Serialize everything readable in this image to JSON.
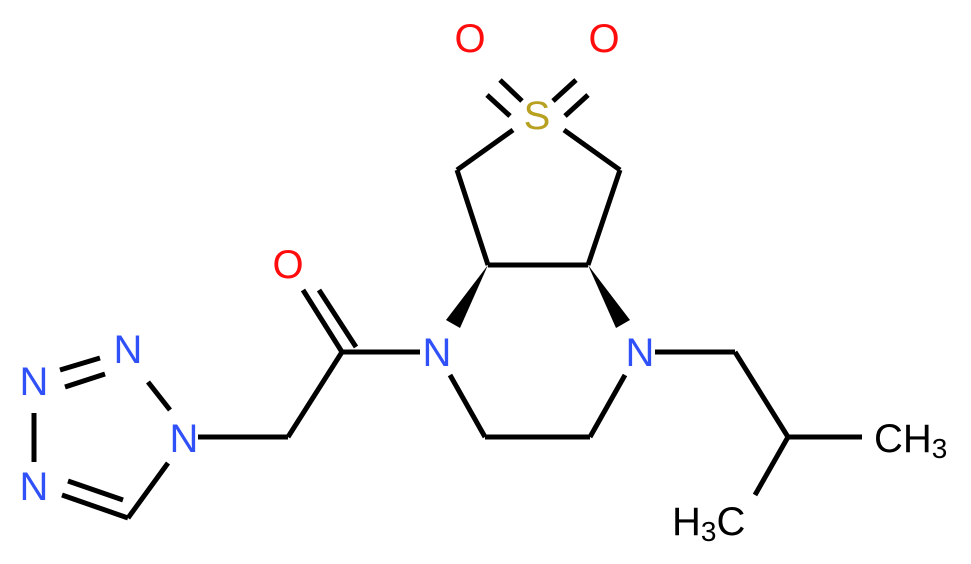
{
  "diagram": {
    "type": "chemical-structure",
    "colors": {
      "bond": "#000000",
      "nitrogen": "#3050f8",
      "oxygen": "#ff0d0d",
      "sulfur": "#b8a020",
      "carbon": "#000000",
      "background": "#ffffff"
    },
    "atoms": {
      "o_sulfone_left": "O",
      "o_sulfone_right": "O",
      "s": "S",
      "o_carbonyl": "O",
      "n_amide": "N",
      "n_amine": "N",
      "tz_n1": "N",
      "tz_n2": "N",
      "tz_n3": "N",
      "tz_n4": "N",
      "ch3_right_main": "CH",
      "ch3_right_sub": "3",
      "ch3_left_h": "H",
      "ch3_left_sub": "3",
      "ch3_left_c": "C"
    },
    "description": "1-isobutyl-4-(1H-tetrazol-1-ylacetyl)octahydrothieno[3,4-b]pyrazine 6,6-dioxide"
  }
}
